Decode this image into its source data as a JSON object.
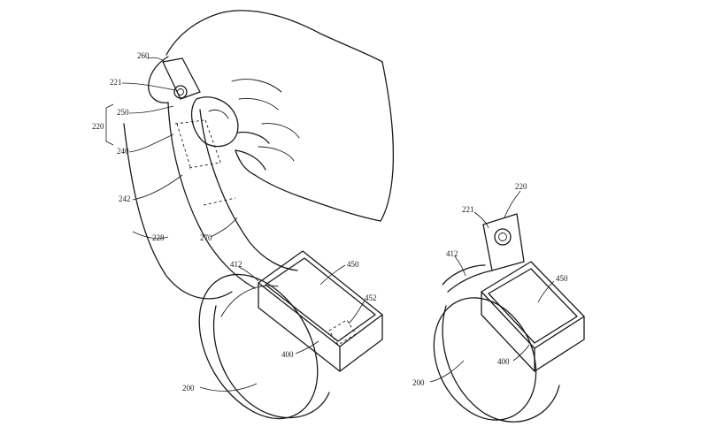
{
  "figure": {
    "labels": {
      "l260": "260",
      "l221": "221",
      "l250": "250",
      "l220": "220",
      "l240": "240",
      "l242": "242",
      "l228": "228",
      "l270": "270",
      "l412": "412",
      "l450": "450",
      "l452": "452",
      "l400": "400",
      "l200": "200",
      "r220": "220",
      "r221": "221",
      "r412": "412",
      "r450": "450",
      "r400": "400",
      "r200": "200"
    }
  }
}
